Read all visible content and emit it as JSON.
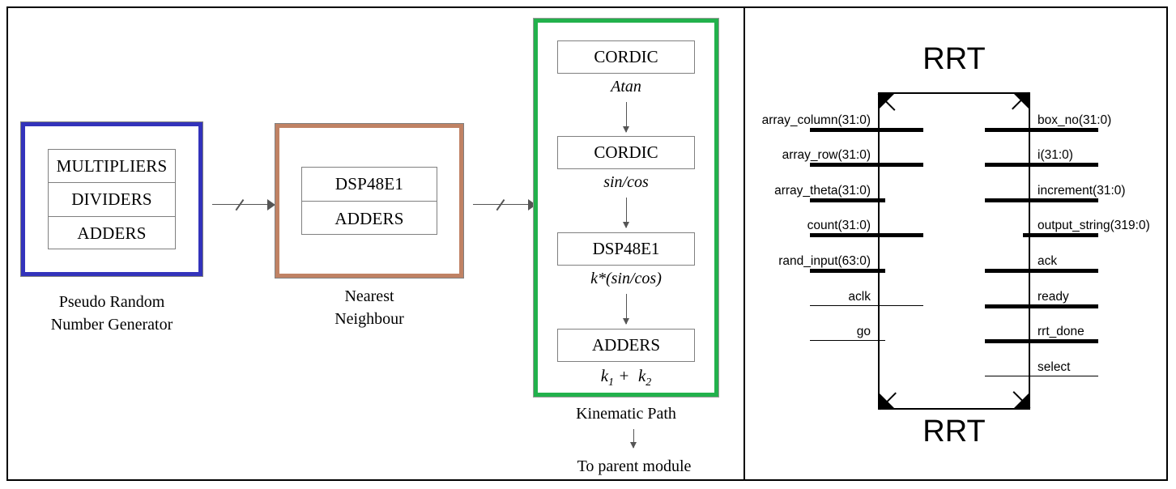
{
  "diagram": {
    "left_panel": {
      "blocks": [
        {
          "id": "prng",
          "border_color": "#3333bb",
          "caption": "Pseudo Random\nNumber Generator",
          "caption_line1": "Pseudo Random",
          "caption_line2": "Number Generator",
          "cells": [
            "MULTIPLIERS",
            "DIVIDERS",
            "ADDERS"
          ]
        },
        {
          "id": "nearest-neighbour",
          "border_color": "#c08264",
          "caption_line1": "Nearest",
          "caption_line2": "Neighbour",
          "cells": [
            "DSP48E1",
            "ADDERS"
          ]
        },
        {
          "id": "kinematic-path",
          "border_color": "#22b14c",
          "caption_line1": "Kinematic Path",
          "caption_line2": "",
          "stages": [
            {
              "label": "CORDIC",
              "annotation": "Atan"
            },
            {
              "label": "CORDIC",
              "annotation": "sin/cos"
            },
            {
              "label": "DSP48E1",
              "annotation": "k*(sin/cos)"
            },
            {
              "label": "ADDERS",
              "annotation": "k1 + k2"
            }
          ]
        }
      ],
      "output_note": "To parent module"
    },
    "right_panel": {
      "symbol_name_top": "RRT",
      "symbol_name_bottom": "RRT",
      "inputs": [
        {
          "name": "array_column(31:0)",
          "kind": "bus"
        },
        {
          "name": "array_row(31:0)",
          "kind": "bus"
        },
        {
          "name": "array_theta(31:0)",
          "kind": "bus"
        },
        {
          "name": "count(31:0)",
          "kind": "bus"
        },
        {
          "name": "rand_input(63:0)",
          "kind": "bus"
        },
        {
          "name": "aclk",
          "kind": "bit"
        },
        {
          "name": "go",
          "kind": "bit"
        }
      ],
      "outputs": [
        {
          "name": "box_no(31:0)",
          "kind": "bus"
        },
        {
          "name": "i(31:0)",
          "kind": "bus"
        },
        {
          "name": "increment(31:0)",
          "kind": "bus"
        },
        {
          "name": "output_string(319:0)",
          "kind": "bus"
        },
        {
          "name": "ack",
          "kind": "bus"
        },
        {
          "name": "ready",
          "kind": "bus"
        },
        {
          "name": "rrt_done",
          "kind": "bus"
        },
        {
          "name": "select",
          "kind": "bit"
        }
      ]
    }
  }
}
